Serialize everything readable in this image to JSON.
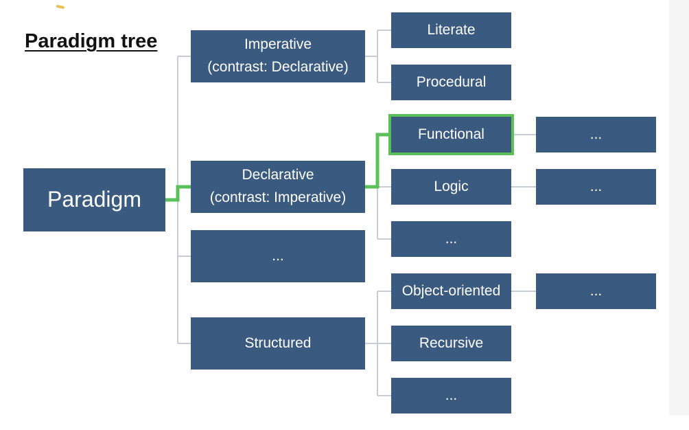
{
  "title": "Paradigm tree",
  "colors": {
    "box": "#3a5a80",
    "box_text": "#ffffff",
    "connector": "#c7cdd4",
    "highlight": "#5cc05a"
  },
  "tree": {
    "root": {
      "label": "Paradigm"
    },
    "level1": [
      {
        "label": "Imperative\n(contrast: Declarative)"
      },
      {
        "label": "Declarative\n(contrast: Imperative)"
      },
      {
        "label": "..."
      },
      {
        "label": "Structured"
      }
    ],
    "level2": [
      {
        "label": "Literate"
      },
      {
        "label": "Procedural"
      },
      {
        "label": "Functional"
      },
      {
        "label": "Logic"
      },
      {
        "label": "..."
      },
      {
        "label": "Object-oriented"
      },
      {
        "label": "Recursive"
      },
      {
        "label": "..."
      }
    ],
    "level3": [
      {
        "label": "..."
      },
      {
        "label": "..."
      },
      {
        "label": "..."
      }
    ]
  }
}
